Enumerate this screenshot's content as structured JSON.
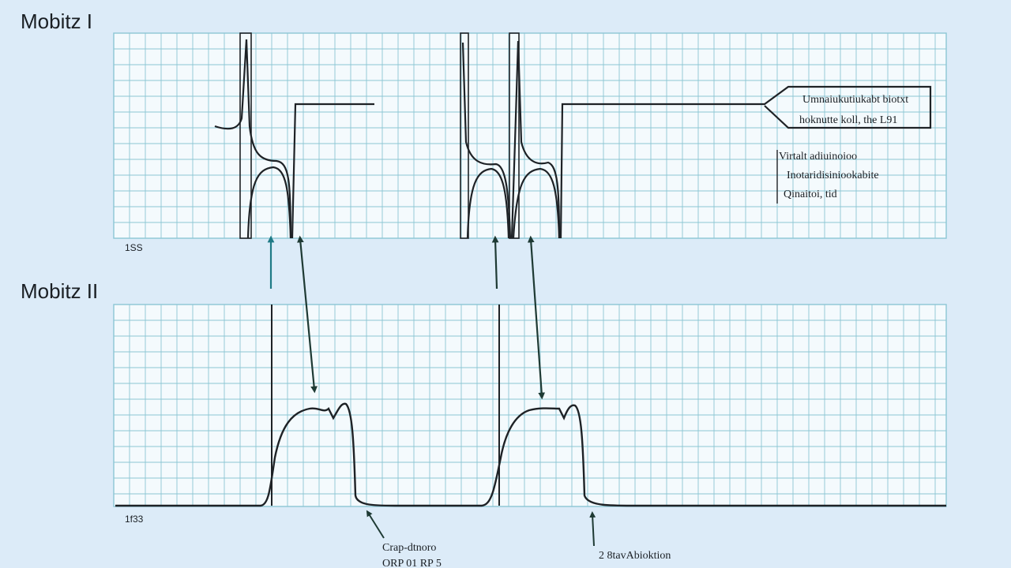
{
  "palette": {
    "background": "#dcebf8",
    "grid_fill": "#f4fafd",
    "grid_line": "#8cc6d4",
    "trace": "#1e2226",
    "arrow_teal": "#1f7a86",
    "arrow_dark": "#1e3a34"
  },
  "top_strip": {
    "title": "Mobitz I",
    "corner_label": "1SS",
    "callout_lines": [
      "Umnaiukutiukabt biotxt",
      "hoknutte koll, the L91"
    ],
    "side_note_lines": [
      "Virtalt adiuinoioo",
      "Inotaridisiniookabite",
      "Qinaitoi, tid"
    ]
  },
  "bottom_strip": {
    "title": "Mobitz II",
    "corner_label": "1f33",
    "caption_left_lines": [
      "Crap-dtnoro",
      "ORP 01 RP 5"
    ],
    "caption_right": "2 8tavAbioktion"
  },
  "icons": [
    "arrow-up-icon",
    "arrow-down-icon"
  ]
}
